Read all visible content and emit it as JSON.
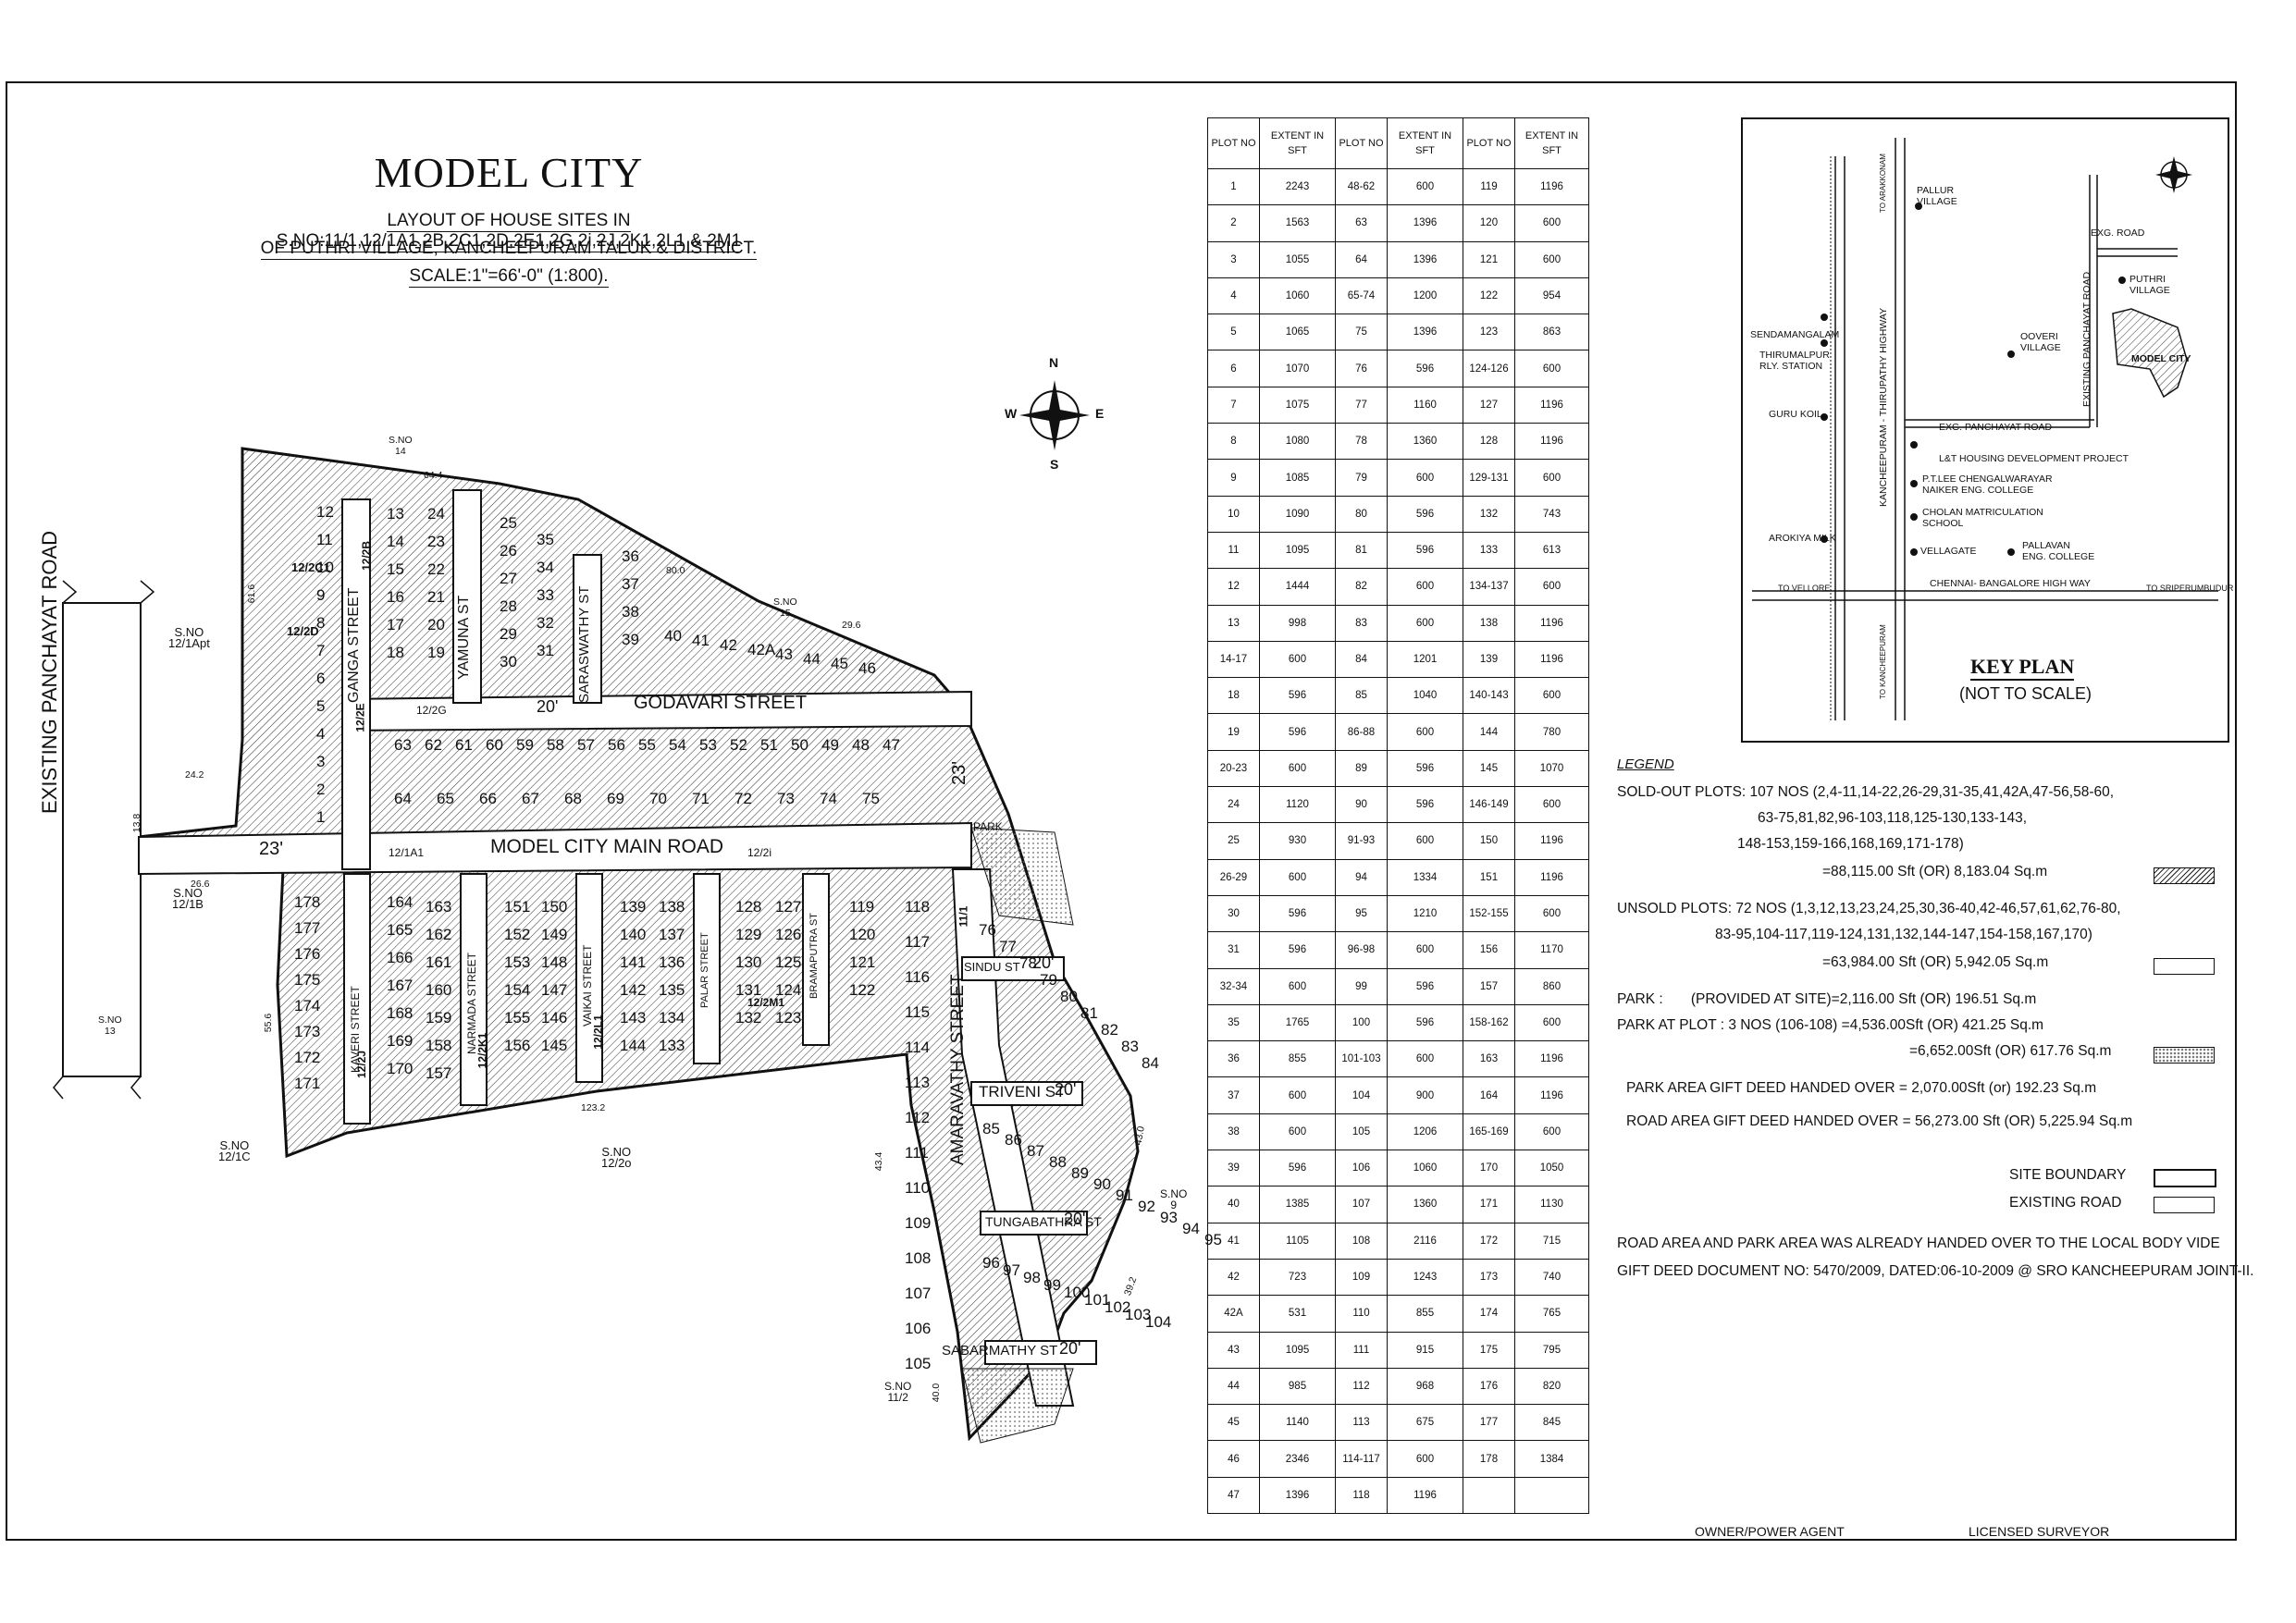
{
  "title": "MODEL CITY",
  "subtitle_lines": [
    "LAYOUT OF HOUSE SITES IN S.NO:11/1,12/1A1,2B,2C1,2D,2E1,2G,2i,2J,2K1,2L1 & 2M1",
    "OF PUTHRI VILLAGE, KANCHEEPURAM TALUK & DISTRICT.",
    "SCALE:1\"=66'-0\" (1:800)."
  ],
  "compass": {
    "n": "N",
    "s": "S",
    "e": "E",
    "w": "W"
  },
  "roads": {
    "panchayat": "EXISTING PANCHAYAT ROAD",
    "main": "MODEL CITY MAIN ROAD",
    "godavari": "GODAVARI STREET",
    "ganga": "GANGA STREET",
    "yamuna": "YAMUNA ST",
    "saraswathy": "SARASWATHY ST",
    "amaravathy": "AMARAVATHY STREET",
    "kaveri": "KAVERI STREET",
    "narmada": "NARMADA STREET",
    "vaikai": "VAIKAI STREET",
    "palar": "PALAR STREET",
    "bramaputra": "BRAMAPUTRA ST",
    "sindu": "SINDU ST",
    "triveni": "TRIVENI ST",
    "tungabathra": "TUNGABATHRA ST",
    "sabarmathy": "SABARMATHY ST",
    "park": "PARK"
  },
  "road_widths": [
    "23'",
    "23'",
    "20'",
    "20'",
    "20'",
    "20'",
    "20'",
    "20'",
    "20'",
    "20'",
    "20'",
    "23'"
  ],
  "survey_labels": [
    {
      "t": "S.NO\n14"
    },
    {
      "t": "S.NO\n15"
    },
    {
      "t": "S.NO\n12/1Apt"
    },
    {
      "t": "S.NO\n12/1B"
    },
    {
      "t": "S.NO\n13"
    },
    {
      "t": "S.NO\n12/1C"
    },
    {
      "t": "S.NO\n12/2o"
    },
    {
      "t": "S.NO\n9"
    },
    {
      "t": "S.NO\n11/2"
    },
    {
      "t": "12/2C1"
    },
    {
      "t": "12/2D"
    },
    {
      "t": "12/2B"
    },
    {
      "t": "12/2G"
    },
    {
      "t": "12/2E"
    },
    {
      "t": "12/1A1"
    },
    {
      "t": "12/2i"
    },
    {
      "t": "12/2M1"
    },
    {
      "t": "12/2L1"
    },
    {
      "t": "12/2K1"
    },
    {
      "t": "12/2J"
    },
    {
      "t": "11/1"
    }
  ],
  "boundary_dims": [
    "64.4",
    "80.0",
    "29.6",
    "61.6",
    "24.2",
    "26.6",
    "55.6",
    "123.2",
    "43.4",
    "43.0",
    "39.2",
    "40.0",
    "13.8"
  ],
  "plot_table": {
    "headers": [
      "PLOT NO",
      "EXTENT IN SFT",
      "PLOT NO",
      "EXTENT IN SFT",
      "PLOT NO",
      "EXTENT IN SFT"
    ],
    "rows": [
      [
        "1",
        "2243",
        "48-62",
        "600",
        "119",
        "1196"
      ],
      [
        "2",
        "1563",
        "63",
        "1396",
        "120",
        "600"
      ],
      [
        "3",
        "1055",
        "64",
        "1396",
        "121",
        "600"
      ],
      [
        "4",
        "1060",
        "65-74",
        "1200",
        "122",
        "954"
      ],
      [
        "5",
        "1065",
        "75",
        "1396",
        "123",
        "863"
      ],
      [
        "6",
        "1070",
        "76",
        "596",
        "124-126",
        "600"
      ],
      [
        "7",
        "1075",
        "77",
        "1160",
        "127",
        "1196"
      ],
      [
        "8",
        "1080",
        "78",
        "1360",
        "128",
        "1196"
      ],
      [
        "9",
        "1085",
        "79",
        "600",
        "129-131",
        "600"
      ],
      [
        "10",
        "1090",
        "80",
        "596",
        "132",
        "743"
      ],
      [
        "11",
        "1095",
        "81",
        "596",
        "133",
        "613"
      ],
      [
        "12",
        "1444",
        "82",
        "600",
        "134-137",
        "600"
      ],
      [
        "13",
        "998",
        "83",
        "600",
        "138",
        "1196"
      ],
      [
        "14-17",
        "600",
        "84",
        "1201",
        "139",
        "1196"
      ],
      [
        "18",
        "596",
        "85",
        "1040",
        "140-143",
        "600"
      ],
      [
        "19",
        "596",
        "86-88",
        "600",
        "144",
        "780"
      ],
      [
        "20-23",
        "600",
        "89",
        "596",
        "145",
        "1070"
      ],
      [
        "24",
        "1120",
        "90",
        "596",
        "146-149",
        "600"
      ],
      [
        "25",
        "930",
        "91-93",
        "600",
        "150",
        "1196"
      ],
      [
        "26-29",
        "600",
        "94",
        "1334",
        "151",
        "1196"
      ],
      [
        "30",
        "596",
        "95",
        "1210",
        "152-155",
        "600"
      ],
      [
        "31",
        "596",
        "96-98",
        "600",
        "156",
        "1170"
      ],
      [
        "32-34",
        "600",
        "99",
        "596",
        "157",
        "860"
      ],
      [
        "35",
        "1765",
        "100",
        "596",
        "158-162",
        "600"
      ],
      [
        "36",
        "855",
        "101-103",
        "600",
        "163",
        "1196"
      ],
      [
        "37",
        "600",
        "104",
        "900",
        "164",
        "1196"
      ],
      [
        "38",
        "600",
        "105",
        "1206",
        "165-169",
        "600"
      ],
      [
        "39",
        "596",
        "106",
        "1060",
        "170",
        "1050"
      ],
      [
        "40",
        "1385",
        "107",
        "1360",
        "171",
        "1130"
      ],
      [
        "41",
        "1105",
        "108",
        "2116",
        "172",
        "715"
      ],
      [
        "42",
        "723",
        "109",
        "1243",
        "173",
        "740"
      ],
      [
        "42A",
        "531",
        "110",
        "855",
        "174",
        "765"
      ],
      [
        "43",
        "1095",
        "111",
        "915",
        "175",
        "795"
      ],
      [
        "44",
        "985",
        "112",
        "968",
        "176",
        "820"
      ],
      [
        "45",
        "1140",
        "113",
        "675",
        "177",
        "845"
      ],
      [
        "46",
        "2346",
        "114-117",
        "600",
        "178",
        "1384"
      ],
      [
        "47",
        "1396",
        "118",
        "1196",
        "",
        ""
      ]
    ]
  },
  "key_plan": {
    "title": "KEY PLAN",
    "subtitle": "(NOT TO SCALE)",
    "labels": {
      "pallur": "PALLUR\nVILLAGE",
      "exg_road": "EXG. ROAD",
      "puthri": "PUTHRI\nVILLAGE",
      "sendamangalam": "SENDAMANGALAM",
      "thirumalpur": "THIRUMALPUR\nRLY. STATION",
      "ooveri": "OOVERI\nVILLAGE",
      "model_city": "MODEL CITY",
      "guru_koil": "GURU KOIL",
      "exg_panchayat": "EXG. PANCHAYAT ROAD",
      "lt_housing": "L&T HOUSING DEVELOPMENT PROJECT",
      "ptlee": "P.T.LEE CHENGALWARAYAR\nNAIKER ENG. COLLEGE",
      "cholan": "CHOLAN MATRICULATION\nSCHOOL",
      "arokiya": "AROKIYA MILK",
      "vellagate": "VELLAGATE",
      "pallavan": "PALLAVAN\nENG. COLLEGE",
      "to_vellore": "TO VELLORE",
      "to_sriperumbudur": "TO SRIPERUMBUDUR",
      "highway": "CHENNAI- BANGALORE HIGH WAY",
      "kt_highway": "KANCHEEPURAM - THIRUPATHY HIGHWAY",
      "to_arakkonam": "TO ARAKKONAM",
      "to_kancheepuram": "TO KANCHEEPURAM",
      "existing_panchayat": "EXISTING PANCHAYAT ROAD"
    }
  },
  "legend": {
    "heading": "LEGEND",
    "sold_1": "SOLD-OUT PLOTS: 107 NOS (2,4-11,14-22,26-29,31-35,41,42A,47-56,58-60,",
    "sold_2": "63-75,81,82,96-103,118,125-130,133-143,",
    "sold_3": "148-153,159-166,168,169,171-178)",
    "sold_area": "=88,115.00 Sft (OR) 8,183.04 Sq.m",
    "unsold_1": "UNSOLD PLOTS: 72 NOS (1,3,12,13,23,24,25,30,36-40,42-46,57,61,62,76-80,",
    "unsold_2": "83-95,104-117,119-124,131,132,144-147,154-158,167,170)",
    "unsold_area": "=63,984.00 Sft (OR) 5,942.05 Sq.m",
    "park_1": "PARK :       (PROVIDED AT SITE)=2,116.00 Sft (OR) 196.51 Sq.m",
    "park_2": "PARK  AT PLOT : 3 NOS (106-108) =4,536.00Sft (OR) 421.25 Sq.m",
    "park_area": "=6,652.00Sft (OR) 617.76 Sq.m",
    "park_gift": "PARK AREA GIFT DEED HANDED OVER = 2,070.00Sft (or) 192.23 Sq.m",
    "road_gift": "ROAD AREA GIFT DEED HANDED OVER = 56,273.00 Sft (OR) 5,225.94 Sq.m",
    "site_boundary": "SITE BOUNDARY",
    "existing_road": "EXISTING ROAD",
    "note_1": "ROAD AREA AND PARK AREA WAS ALREADY HANDED OVER TO THE LOCAL BODY VIDE",
    "note_2": "GIFT DEED DOCUMENT NO: 5470/2009, DATED:06-10-2009 @ SRO KANCHEEPURAM JOINT-II."
  },
  "signatures": {
    "owner": "OWNER/POWER AGENT",
    "surveyor": "LICENSED SURVEYOR"
  },
  "plot_numbers": {
    "ganga_w": [
      "12",
      "11",
      "10",
      "9",
      "8",
      "7",
      "6",
      "5",
      "4",
      "3",
      "2",
      "1"
    ],
    "ganga_e": [
      "13",
      "14",
      "15",
      "16",
      "17",
      "18"
    ],
    "yamuna_w": [
      "24",
      "23",
      "22",
      "21",
      "20",
      "19"
    ],
    "yamuna_e": [
      "25",
      "26",
      "27",
      "28",
      "29",
      "30"
    ],
    "saras_w": [
      "35",
      "34",
      "33",
      "32",
      "31"
    ],
    "saras_e": [
      "36",
      "37",
      "38",
      "39"
    ],
    "north_east": [
      "40",
      "41",
      "42",
      "42A",
      "43",
      "44",
      "45",
      "46"
    ],
    "godavari_n": [
      "63",
      "62",
      "61",
      "60",
      "59",
      "58",
      "57",
      "56",
      "55",
      "54",
      "53",
      "52",
      "51",
      "50",
      "49",
      "48",
      "47"
    ],
    "godavari_s": [
      "64",
      "65",
      "66",
      "67",
      "68",
      "69",
      "70",
      "71",
      "72",
      "73",
      "74",
      "75"
    ],
    "kaveri_w": [
      "178",
      "177",
      "176",
      "175",
      "174",
      "173",
      "172",
      "171"
    ],
    "kaveri_e": [
      "164",
      "165",
      "166",
      "167",
      "168",
      "169",
      "170"
    ],
    "narmada_w": [
      "163",
      "162",
      "161",
      "160",
      "159",
      "158",
      "157"
    ],
    "narmada_e": [
      "151",
      "152",
      "153",
      "154",
      "155",
      "156"
    ],
    "vaikai_w": [
      "150",
      "149",
      "148",
      "147",
      "146",
      "145"
    ],
    "vaikai_e": [
      "139",
      "140",
      "141",
      "142",
      "143",
      "144"
    ],
    "palar_w": [
      "138",
      "137",
      "136",
      "135",
      "134",
      "133"
    ],
    "palar_e": [
      "128",
      "129",
      "130",
      "131",
      "132"
    ],
    "brama_w": [
      "127",
      "126",
      "125",
      "124",
      "123"
    ],
    "brama_e": [
      "119",
      "120",
      "121",
      "122"
    ],
    "amar_w": [
      "118",
      "117",
      "116",
      "115",
      "114",
      "113",
      "112",
      "111",
      "110",
      "109",
      "108",
      "107",
      "106",
      "105"
    ],
    "sindu": [
      "76",
      "77",
      "78",
      "79",
      "80",
      "81",
      "82",
      "83",
      "84"
    ],
    "triveni": [
      "85",
      "86",
      "87",
      "88",
      "89",
      "90",
      "91",
      "92",
      "93",
      "94",
      "95"
    ],
    "tunga": [
      "96",
      "97",
      "98",
      "99",
      "100",
      "101",
      "102",
      "103",
      "104"
    ]
  }
}
